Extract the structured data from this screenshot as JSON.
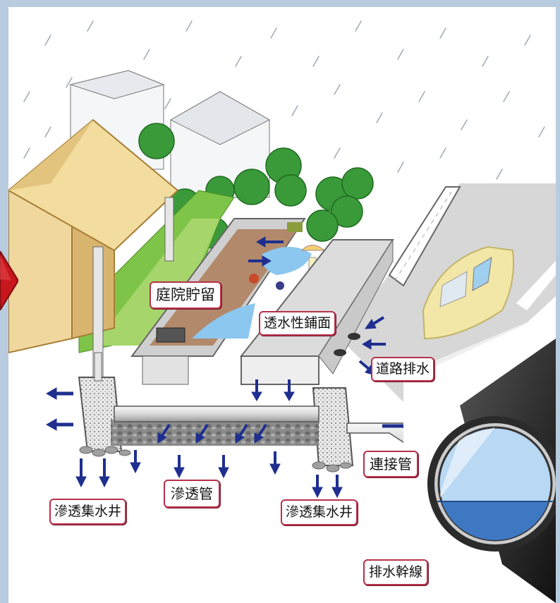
{
  "labels": {
    "courtyard_retention": "庭院貯留",
    "permeable_pavement": "透水性鋪面",
    "road_drainage": "道路排水",
    "connecting_pipe": "連接管",
    "infiltration_pipe": "滲透管",
    "infiltration_well_left": "滲透集水井",
    "infiltration_well_right": "滲透集水井",
    "main_drain": "排水幹線"
  },
  "colors": {
    "background": "#b9ccdf",
    "pointer": "#c8161d",
    "label_border": "#b6304a",
    "arrow": "#1f2f8f",
    "water_light": "#b8d8f3",
    "water_deep": "#3f78c2"
  },
  "icons": {
    "pointer": "red-triangle-pointer",
    "flow": "blue-arrow"
  }
}
